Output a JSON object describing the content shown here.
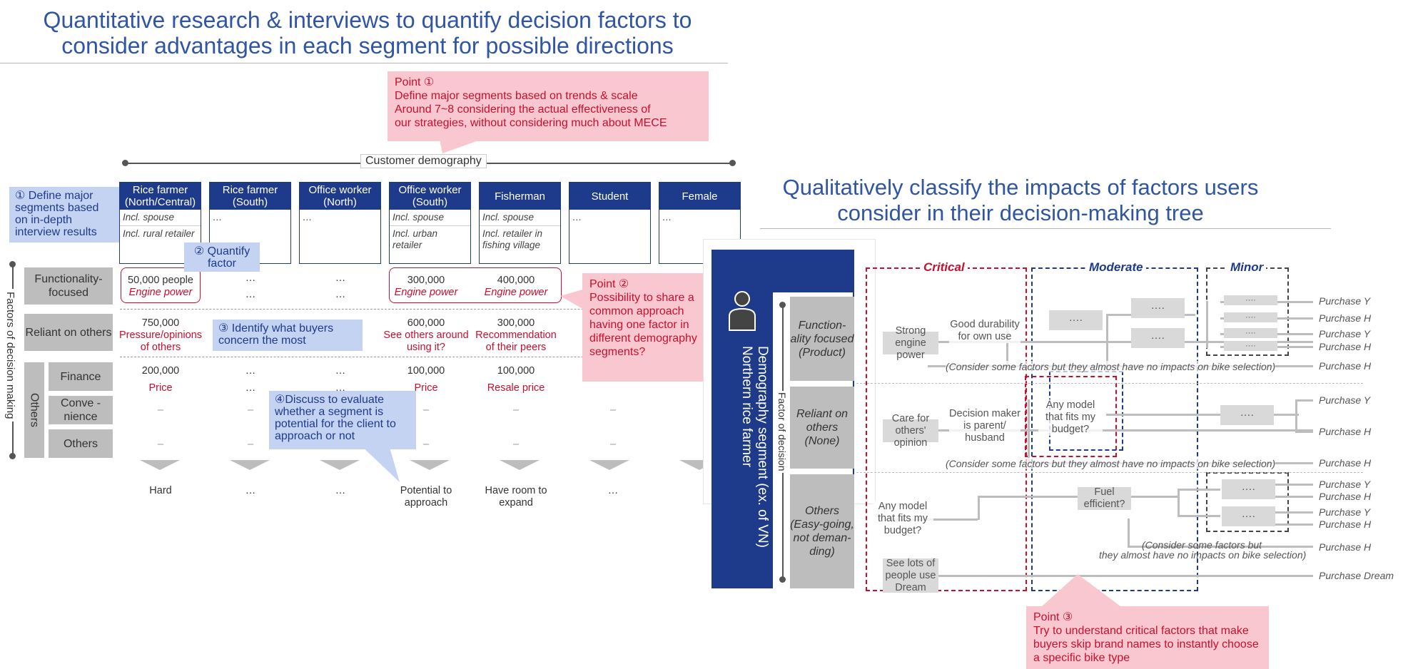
{
  "left_title": "Quantitative research & interviews to quantify decision factors to consider advantages in each segment for possible directions",
  "right_title": "Qualitatively classify the impacts of factors users consider in their decision-making tree",
  "point1": {
    "title": "Point ①",
    "lines": [
      "Define major segments based on trends & scale",
      "Around 7~8 considering the actual effectiveness of",
      "our strategies, without considering much about MECE"
    ]
  },
  "point2": {
    "title": "Point ②",
    "text": "Possibility to share a common approach having one factor in different demography segments?"
  },
  "point3": {
    "title": "Point ③",
    "text": "Try to understand critical factors that make buyers skip brand names to instantly choose a specific bike type"
  },
  "customer_demography": "Customer demography",
  "factors_label": "Factors of decision making",
  "callouts": {
    "c1": "① Define major segments based on in-depth interview results",
    "c2": "② Quantify factor",
    "c3": "③ Identify what buyers concern the most",
    "c4": "④Discuss to evaluate whether a segment is potential for the client to approach or not"
  },
  "segments": [
    {
      "name": "Rice farmer (North/Central)",
      "note1": "Incl. spouse",
      "note2": "Incl. rural retailer"
    },
    {
      "name": "Rice farmer (South)",
      "note1": "…",
      "note2": ""
    },
    {
      "name": "Office worker (North)",
      "note1": "…",
      "note2": ""
    },
    {
      "name": "Office worker (South)",
      "note1": "Incl. spouse",
      "note2": "Incl. urban retailer"
    },
    {
      "name": "Fisherman",
      "note1": "Incl. spouse",
      "note2": "Incl. retailer in fishing village"
    },
    {
      "name": "Student",
      "note1": "…",
      "note2": ""
    },
    {
      "name": "Female",
      "note1": "…",
      "note2": ""
    }
  ],
  "rows": {
    "functionality": "Functionality-focused",
    "reliant": "Reliant on others",
    "others_group": "Others",
    "finance": "Finance",
    "convenience": "Conve -nience",
    "others": "Others"
  },
  "func_values": [
    {
      "num": "50,000 people",
      "sub": "Engine power"
    },
    {
      "num": "…",
      "sub": "…"
    },
    {
      "num": "…",
      "sub": "…"
    },
    {
      "num": "300,000",
      "sub": "Engine power"
    },
    {
      "num": "400,000",
      "sub": "Engine power"
    }
  ],
  "reliant_values": [
    {
      "num": "750,000",
      "sub": "Pressure/opinions of others"
    },
    {
      "num": "…",
      "sub": ""
    },
    {
      "num": "…",
      "sub": ""
    },
    {
      "num": "600,000",
      "sub": "See others around using it?"
    },
    {
      "num": "300,000",
      "sub": "Recommendation of their peers"
    }
  ],
  "finance_values": [
    {
      "num": "200,000",
      "sub": "Price"
    },
    {
      "num": "…",
      "sub": "…"
    },
    {
      "num": "…",
      "sub": "…"
    },
    {
      "num": "100,000",
      "sub": "Price"
    },
    {
      "num": "100,000",
      "sub": "Resale price"
    }
  ],
  "dash_symbol": "–",
  "outcomes": [
    "Hard",
    "…",
    "…",
    "Potential to approach",
    "Have room to expand",
    "…",
    ""
  ],
  "tree": {
    "demography": "Demography segment (ex. of VN) Northern rice farmer",
    "factor_of_decision": "Factor of decision",
    "critical": "Critical",
    "moderate": "Moderate",
    "minor": "Minor",
    "cat_func": "Function-ality focused (Product)",
    "cat_reliant": "Reliant on others (None)",
    "cat_others": "Others (Easy-going, not deman-ding)",
    "nodes": {
      "strong_engine": "Strong engine power",
      "good_durability": "Good durability for own use",
      "care_opinion": "Care for others' opinion",
      "decision_maker": "Decision maker is parent/ husband",
      "any_model_budget": "Any model that fits my budget?",
      "any_model_budget2": "Any model that fits my budget?",
      "fuel_efficient": "Fuel efficient?",
      "see_lots": "See lots of people use Dream",
      "dots": "····",
      "dots_small": "····"
    },
    "consider1": "(Consider some factors but they almost have no impacts on bike selection)",
    "consider2": "(Consider some factors but they almost have no impacts on bike selection)",
    "consider3a": "(Consider some factors but",
    "consider3b": "they almost have no impacts on bike selection)",
    "purchases": [
      "Purchase Y",
      "Purchase H",
      "Purchase Y",
      "Purchase H",
      "Purchase H",
      "Purchase Y",
      "Purchase H",
      "Purchase H",
      "Purchase Y",
      "Purchase H",
      "Purchase Y",
      "Purchase H",
      "Purchase H",
      "Purchase Dream"
    ]
  }
}
